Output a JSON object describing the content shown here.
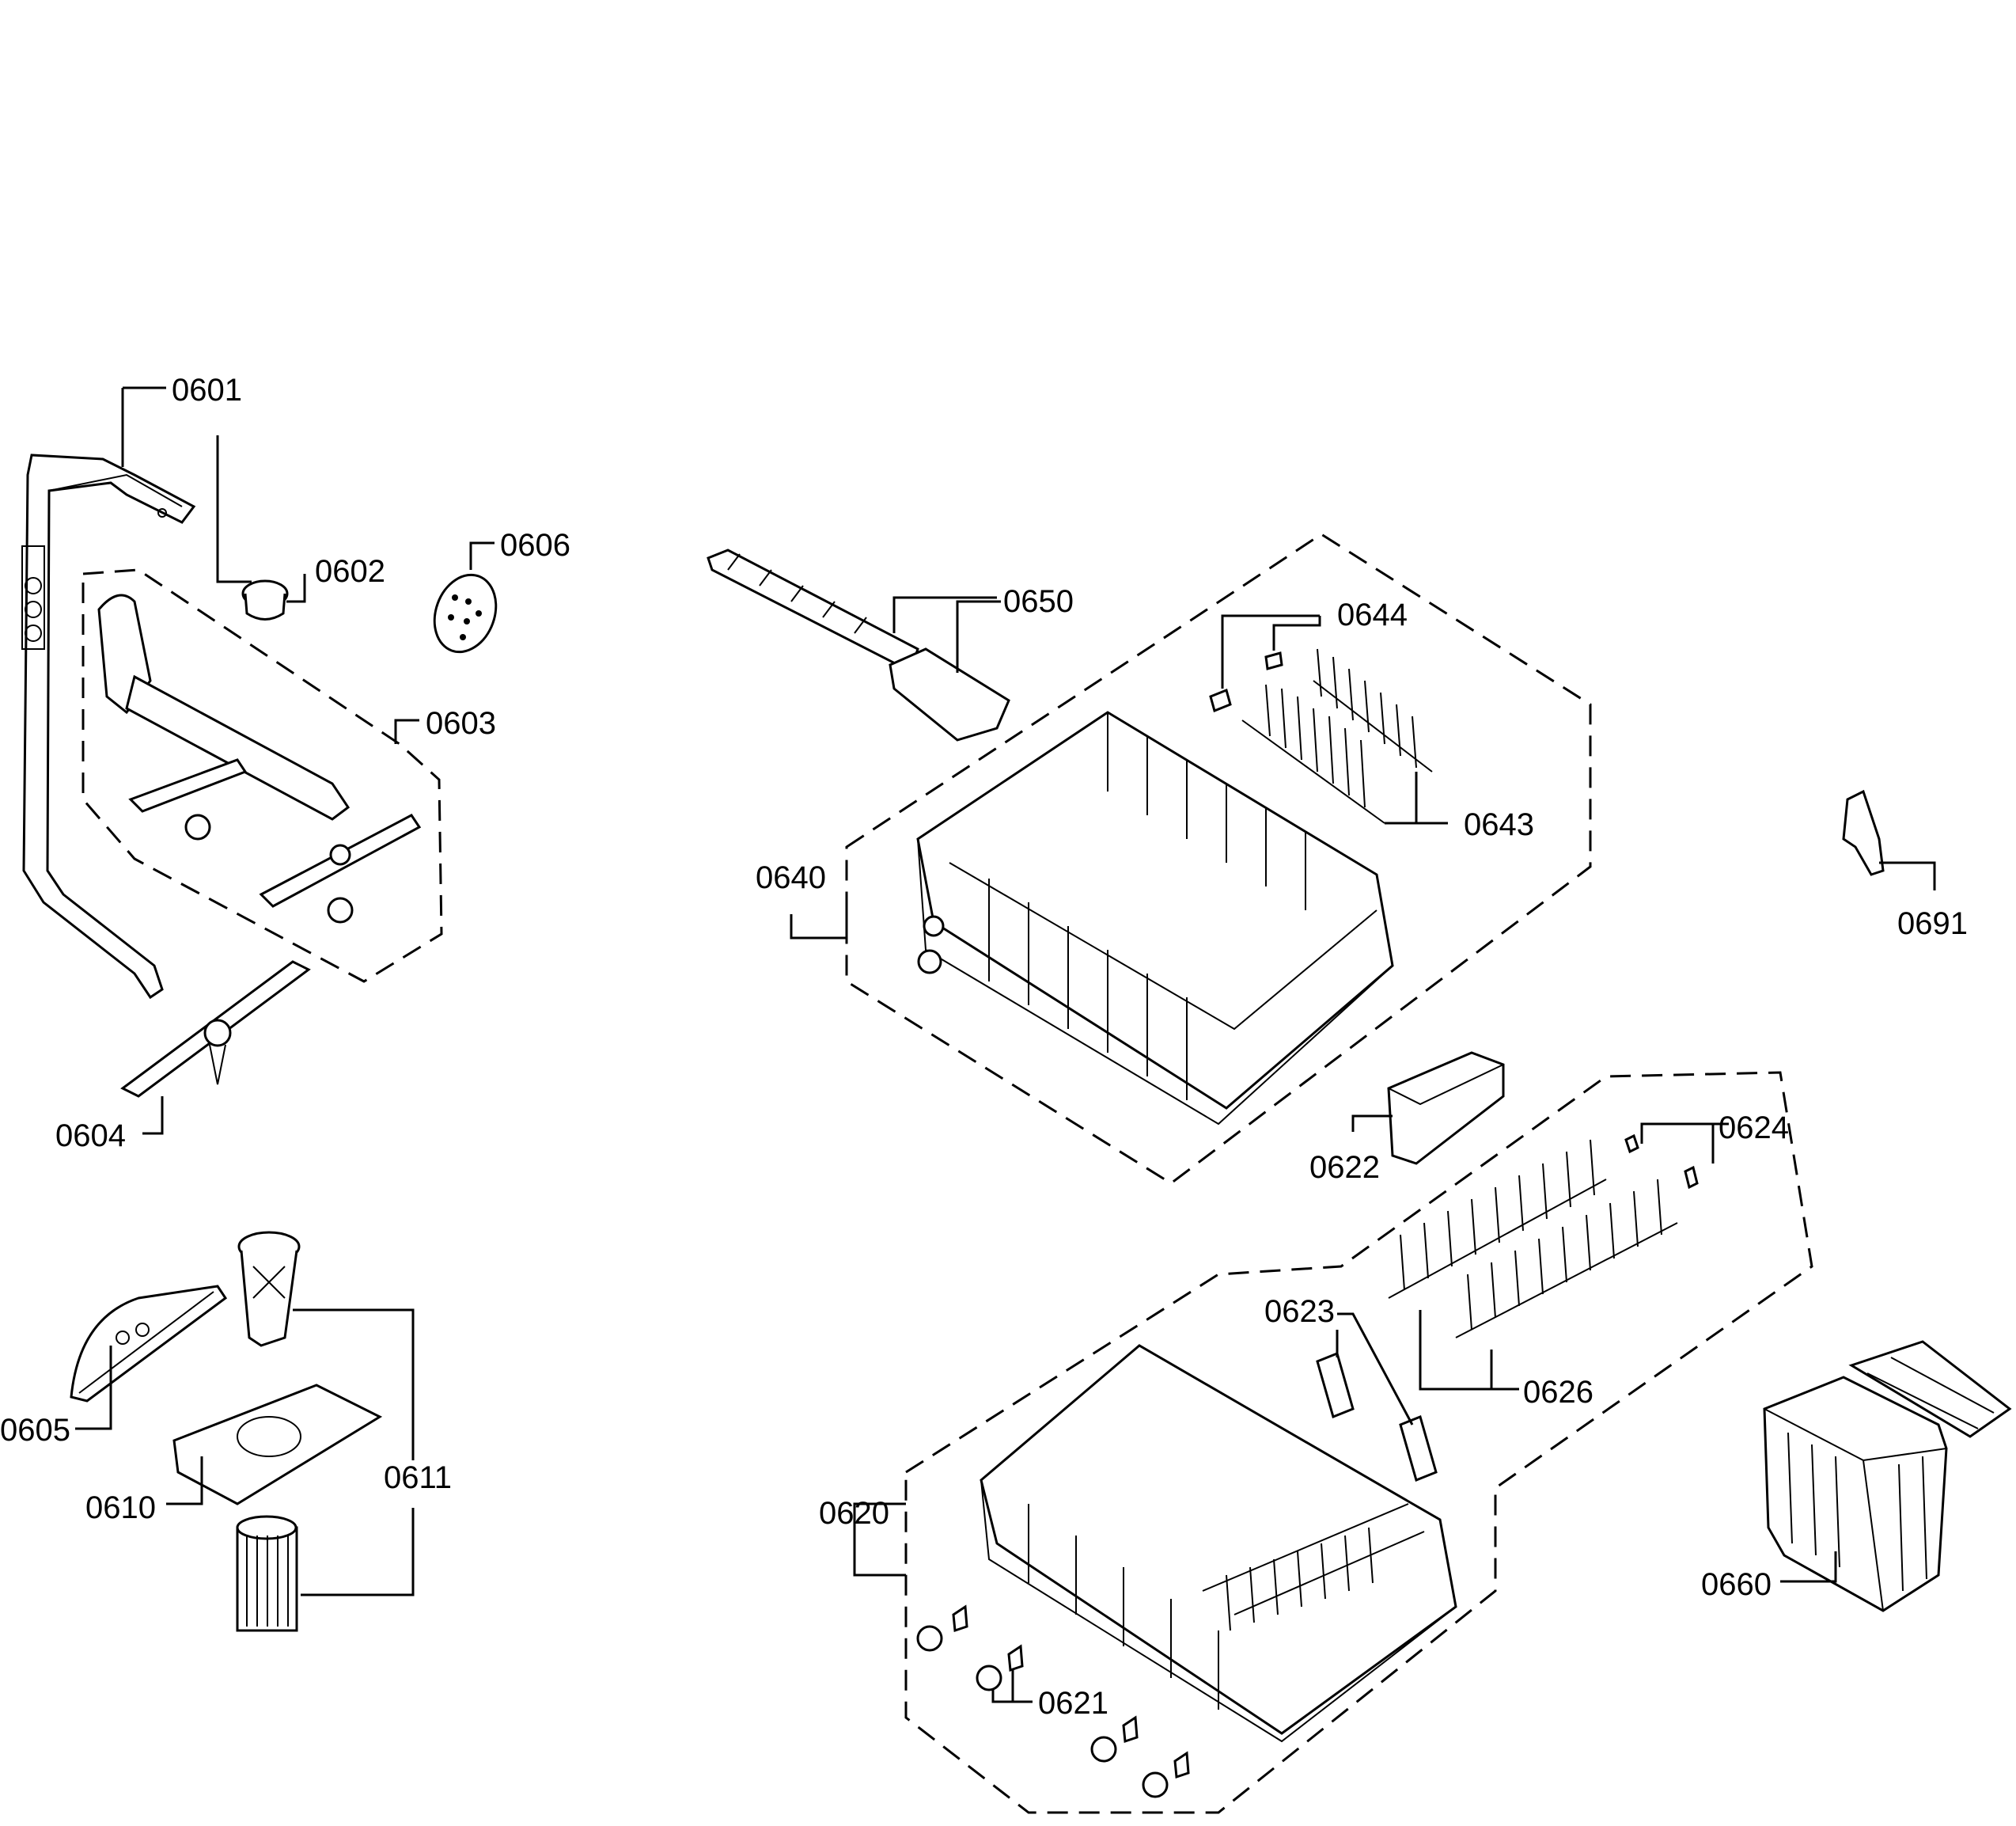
{
  "callouts": {
    "c0601": "0601",
    "c0602": "0602",
    "c0603": "0603",
    "c0604": "0604",
    "c0605": "0605",
    "c0606": "0606",
    "c0610": "0610",
    "c0611": "0611",
    "c0620": "0620",
    "c0621": "0621",
    "c0622": "0622",
    "c0623": "0623",
    "c0624": "0624",
    "c0626": "0626",
    "c0640": "0640",
    "c0643": "0643",
    "c0644": "0644",
    "c0650": "0650",
    "c0660": "0660",
    "c0691": "0691"
  }
}
